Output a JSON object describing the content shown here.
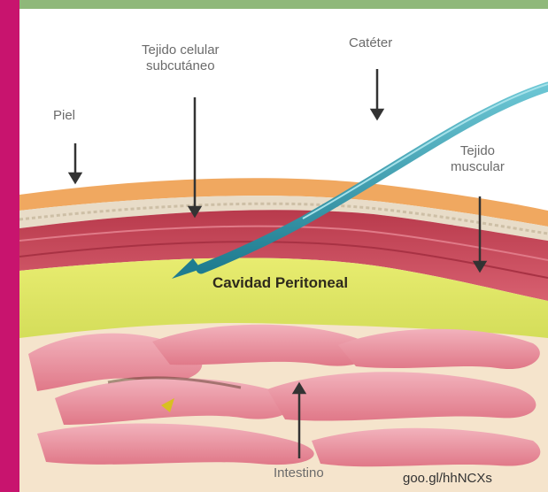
{
  "colors": {
    "border_left": "#c8146e",
    "border_top": "#8fb87a",
    "skin": "#f0a860",
    "subcutaneous": "#e8dcc8",
    "muscle": "#c84858",
    "cavity": "#dfe66a",
    "intestine": "#e898a8",
    "catheter": "#3aa0b4"
  },
  "labels": {
    "piel": "Piel",
    "tejido_celular_line1": "Tejido celular",
    "tejido_celular_line2": "subcutáneo",
    "cateter": "Catéter",
    "tejido_muscular_line1": "Tejido",
    "tejido_muscular_line2": "muscular",
    "cavidad": "Cavidad Peritoneal",
    "intestino": "Intestino"
  },
  "source": "goo.gl/hhNCXs"
}
